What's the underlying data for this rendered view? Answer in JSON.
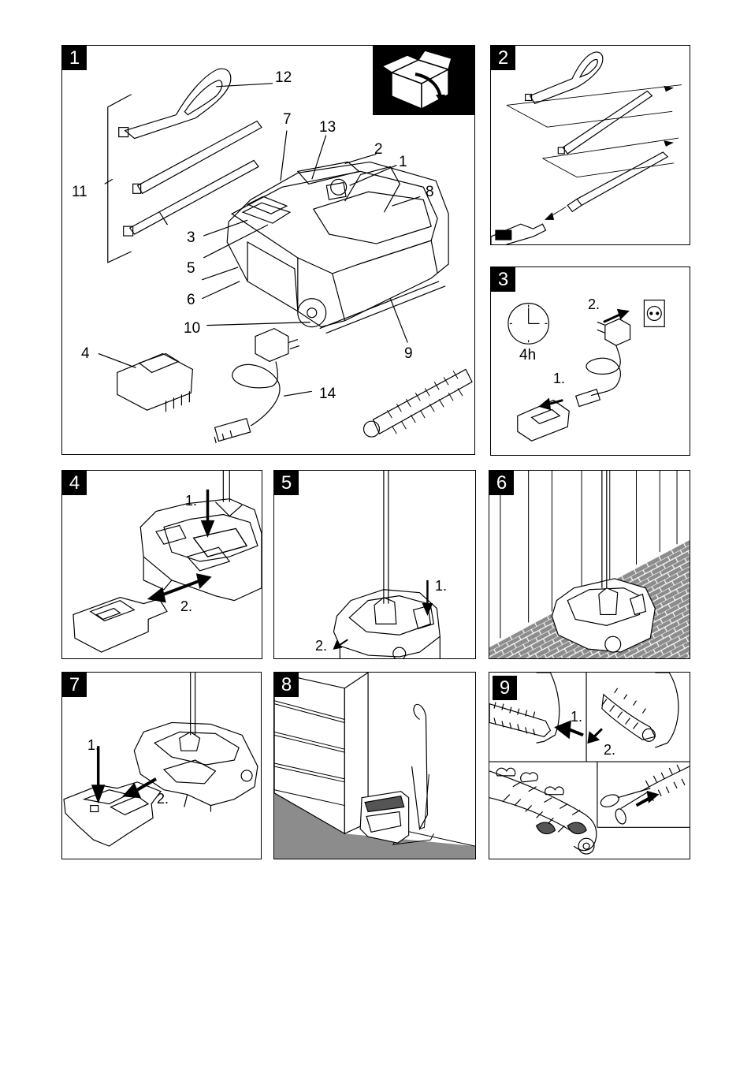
{
  "figures": [
    {
      "number": "1",
      "callouts": [
        "12",
        "7",
        "13",
        "2",
        "1",
        "8",
        "11",
        "3",
        "5",
        "6",
        "10",
        "4",
        "9",
        "14"
      ]
    },
    {
      "number": "2"
    },
    {
      "number": "3",
      "charge_time": "4h",
      "steps": [
        "2.",
        "1."
      ]
    },
    {
      "number": "4",
      "steps": [
        "1.",
        "2."
      ]
    },
    {
      "number": "5",
      "steps": [
        "1.",
        "2."
      ]
    },
    {
      "number": "6"
    },
    {
      "number": "7",
      "steps": [
        "1.",
        "2."
      ]
    },
    {
      "number": "8"
    },
    {
      "number": "9",
      "steps": [
        "1.",
        "2."
      ]
    }
  ],
  "icons": {
    "fig1_unpack": "open-box-icon",
    "fig3_clock": "clock-icon",
    "fig3_socket": "power-socket-icon",
    "fig9_scissors": "scissors-icon"
  },
  "colors": {
    "line": "#000000",
    "paper": "#ffffff",
    "floor_gray": "#8c8c8c",
    "dark_fill": "#555555"
  }
}
